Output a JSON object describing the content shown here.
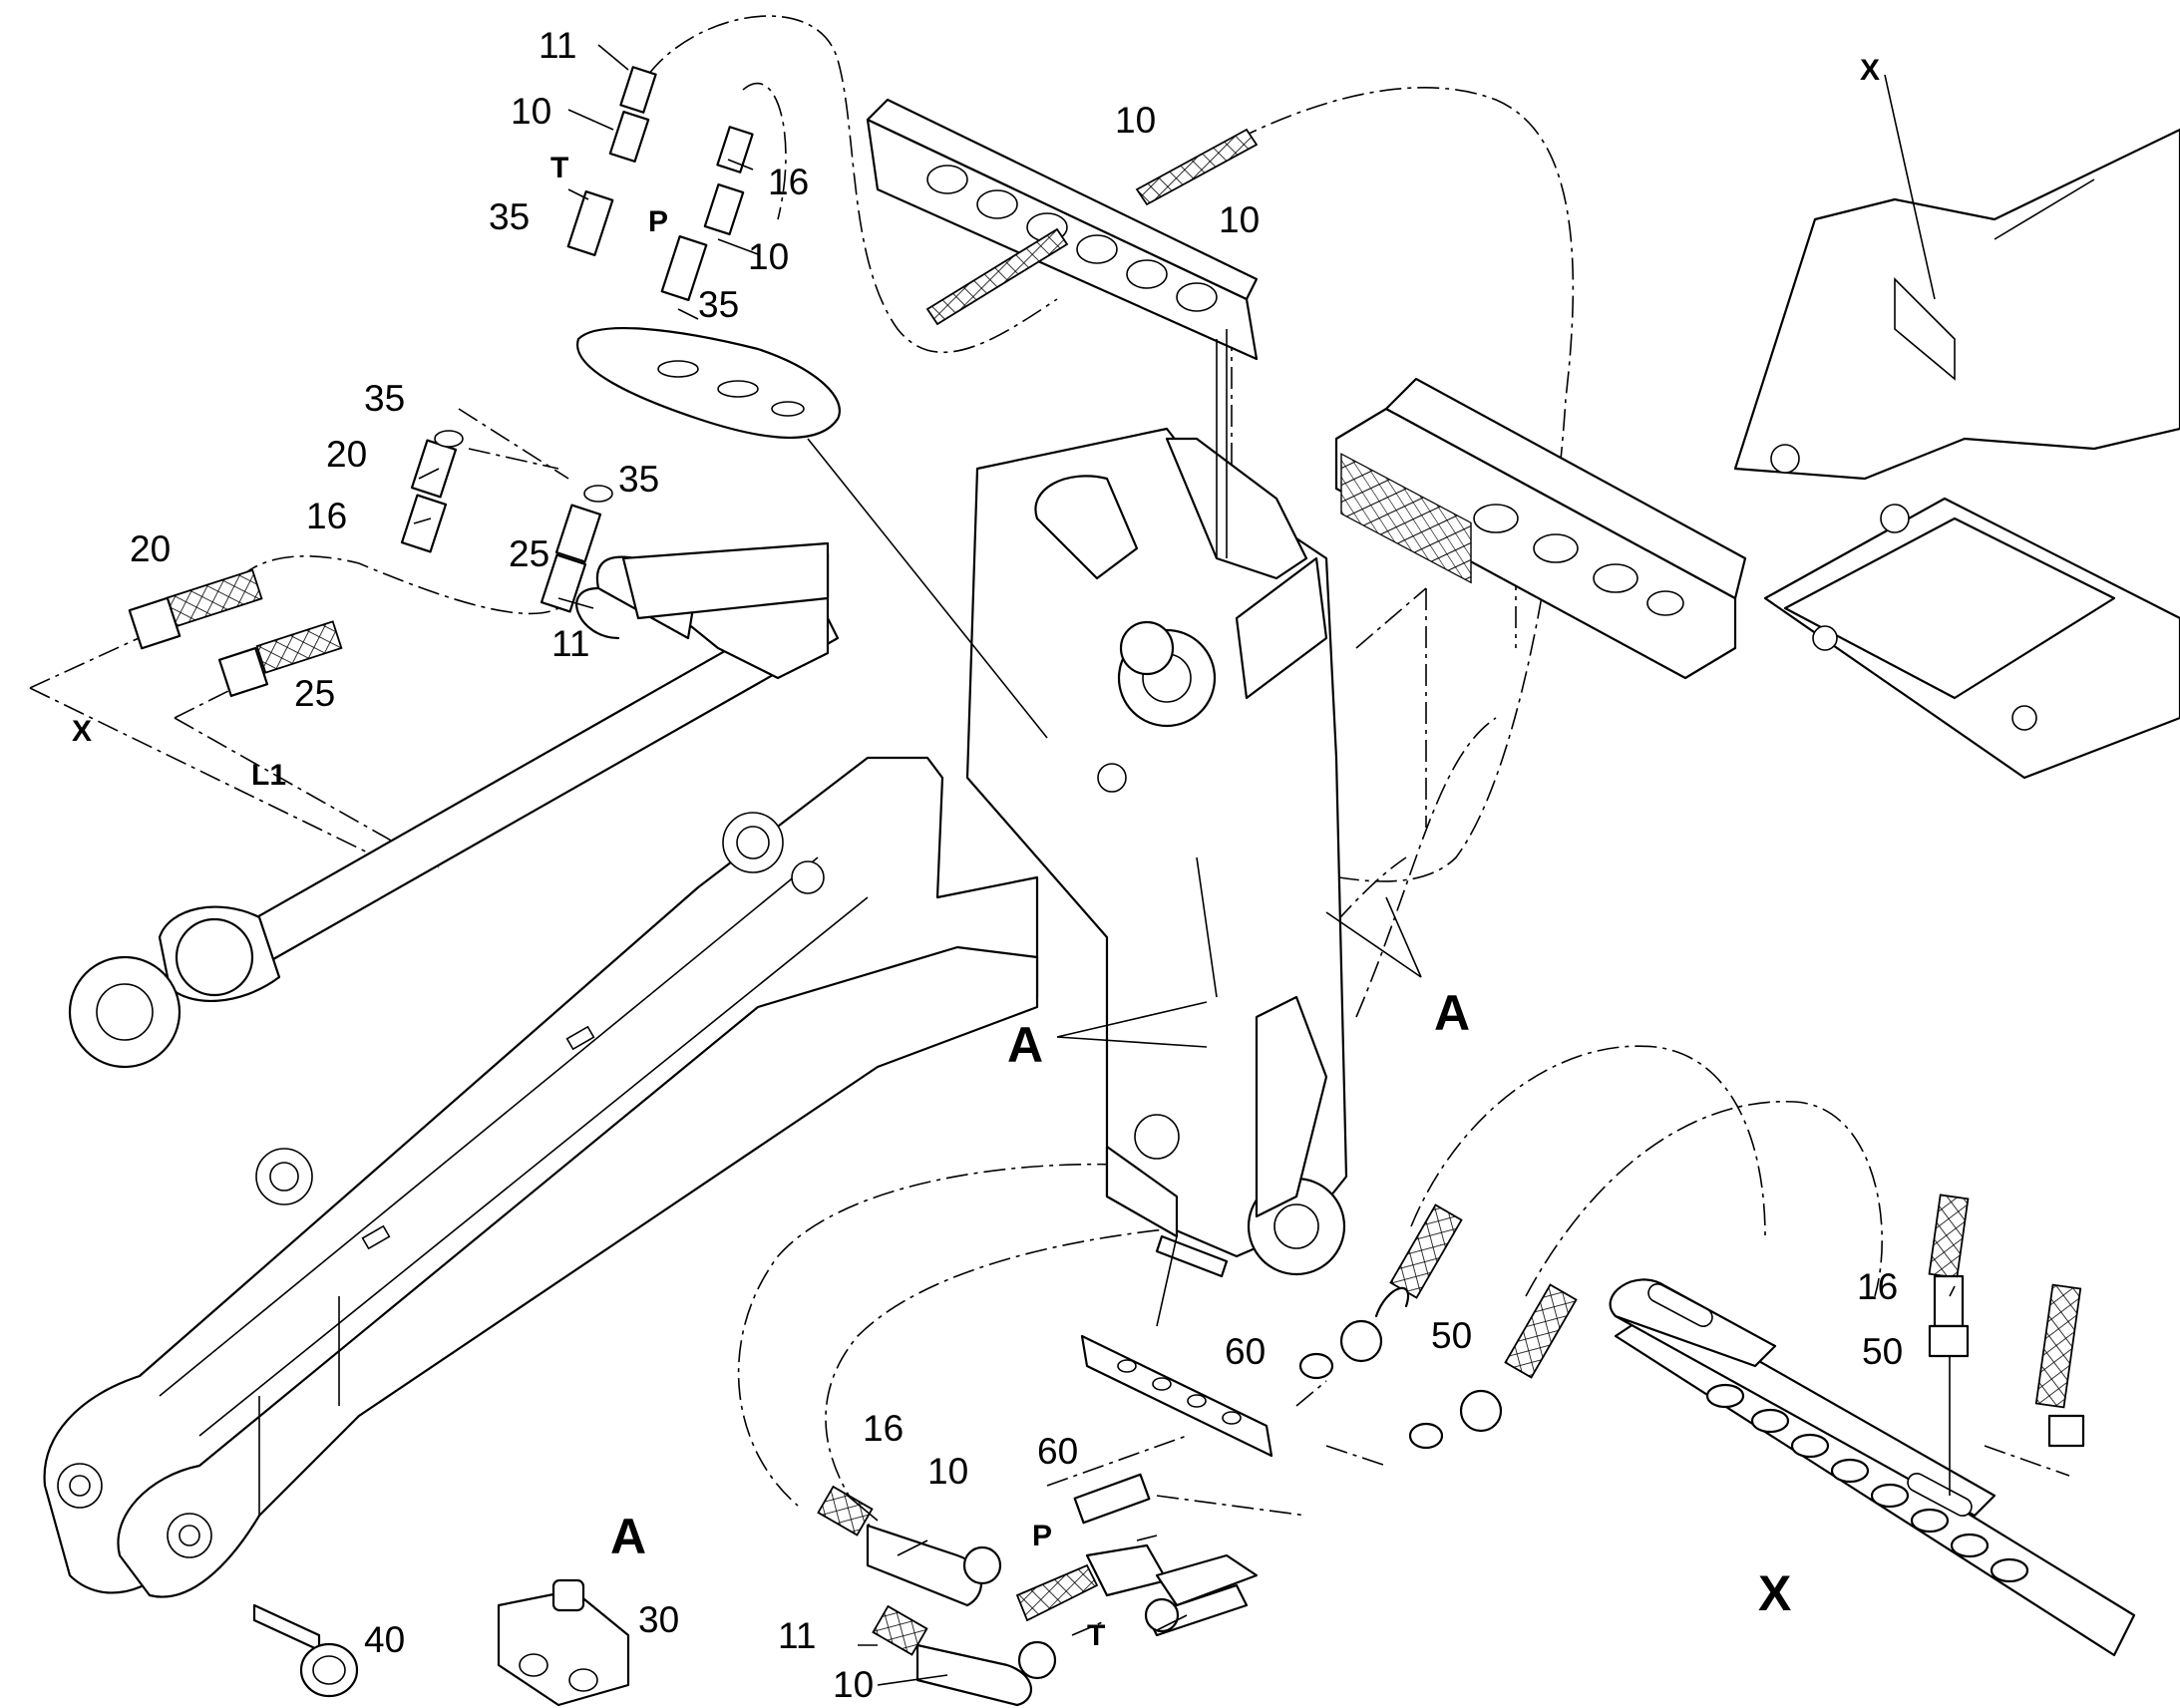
{
  "callouts": {
    "c11a": "11",
    "c10a": "10",
    "cTa": "T",
    "c35a": "35",
    "c16a": "16",
    "cPa": "P",
    "c10b": "10",
    "c35b": "35",
    "c10c": "10",
    "c10d": "10",
    "cXtop": "X",
    "c35c": "35",
    "c20a": "20",
    "c16b": "16",
    "c35d": "35",
    "c25a": "25",
    "c11b": "11",
    "c20b": "20",
    "c25b": "25",
    "cX": "X",
    "cL1": "L1",
    "cA1": "A",
    "cA2": "A",
    "c60a": "60",
    "c50a": "50",
    "c16c": "16",
    "c10e": "10",
    "c60b": "60",
    "cPb": "P",
    "cTb": "T",
    "c11c": "11",
    "c10f": "10",
    "c16d": "16",
    "c50b": "50",
    "cXbig": "X",
    "cAbig": "A",
    "c40": "40",
    "c30": "30"
  }
}
